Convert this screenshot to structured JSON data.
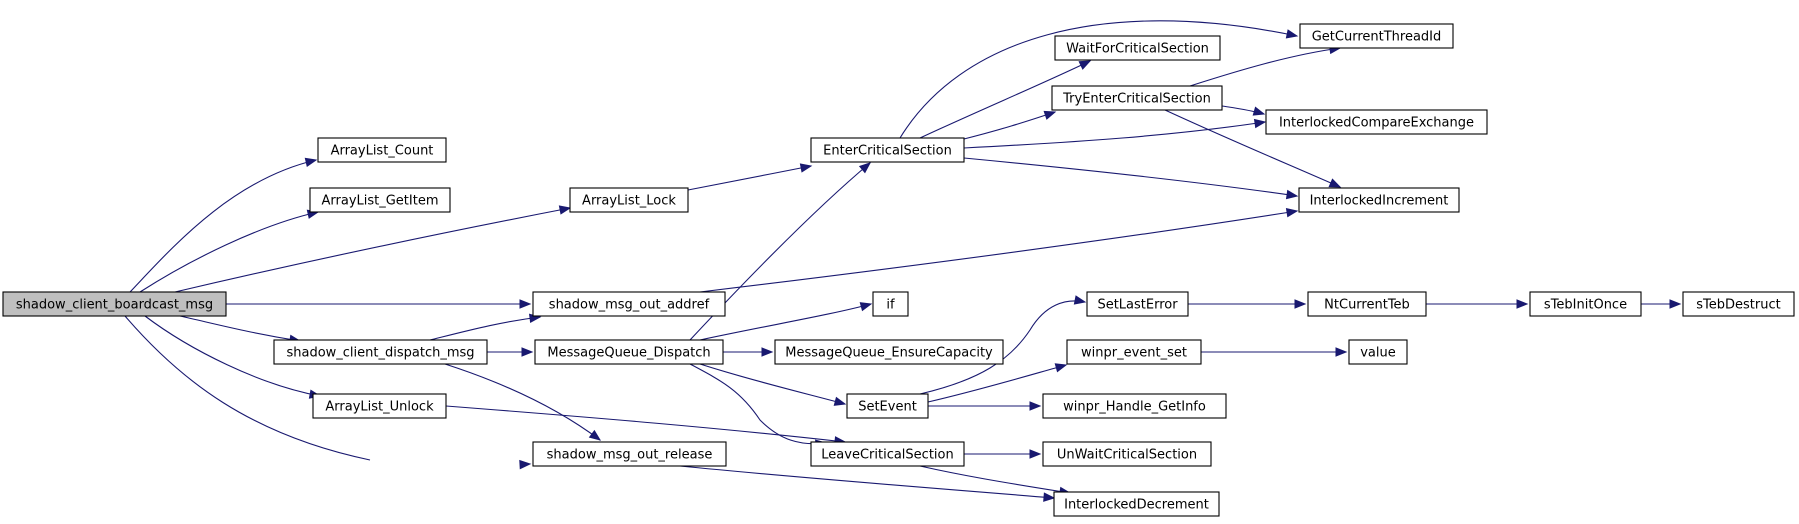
{
  "graph": {
    "type": "call-graph",
    "edge_color": "#191970",
    "root_fill": "#bfbfbf",
    "nodes": [
      {
        "id": "root",
        "label": "shadow_client_boardcast_msg",
        "highlight": true
      },
      {
        "id": "count",
        "label": "ArrayList_Count"
      },
      {
        "id": "getitem",
        "label": "ArrayList_GetItem"
      },
      {
        "id": "lock",
        "label": "ArrayList_Lock"
      },
      {
        "id": "addref",
        "label": "shadow_msg_out_addref"
      },
      {
        "id": "dispatch",
        "label": "shadow_client_dispatch_msg"
      },
      {
        "id": "unlock",
        "label": "ArrayList_Unlock"
      },
      {
        "id": "release",
        "label": "shadow_msg_out_release"
      },
      {
        "id": "enter",
        "label": "EnterCriticalSection"
      },
      {
        "id": "mqdispatch",
        "label": "MessageQueue_Dispatch"
      },
      {
        "id": "leave",
        "label": "LeaveCriticalSection"
      },
      {
        "id": "if",
        "label": "if"
      },
      {
        "id": "mqensure",
        "label": "MessageQueue_EnsureCapacity"
      },
      {
        "id": "setevent",
        "label": "SetEvent"
      },
      {
        "id": "wait",
        "label": "WaitForCriticalSection"
      },
      {
        "id": "tryenter",
        "label": "TryEnterCriticalSection"
      },
      {
        "id": "unwait",
        "label": "UnWaitCriticalSection"
      },
      {
        "id": "decrement",
        "label": "InterlockedDecrement"
      },
      {
        "id": "setlasterror",
        "label": "SetLastError"
      },
      {
        "id": "eventset",
        "label": "winpr_event_set"
      },
      {
        "id": "handleinfo",
        "label": "winpr_Handle_GetInfo"
      },
      {
        "id": "threadid",
        "label": "GetCurrentThreadId"
      },
      {
        "id": "cmpxchg",
        "label": "InterlockedCompareExchange"
      },
      {
        "id": "increment",
        "label": "InterlockedIncrement"
      },
      {
        "id": "ntcurrentteb",
        "label": "NtCurrentTeb"
      },
      {
        "id": "value",
        "label": "value"
      },
      {
        "id": "tebinit",
        "label": "sTebInitOnce"
      },
      {
        "id": "tebdestruct",
        "label": "sTebDestruct"
      }
    ],
    "edges": [
      [
        "root",
        "count"
      ],
      [
        "root",
        "getitem"
      ],
      [
        "root",
        "lock"
      ],
      [
        "root",
        "addref"
      ],
      [
        "root",
        "dispatch"
      ],
      [
        "root",
        "unlock"
      ],
      [
        "root",
        "release"
      ],
      [
        "lock",
        "enter"
      ],
      [
        "addref",
        "increment"
      ],
      [
        "dispatch",
        "addref"
      ],
      [
        "dispatch",
        "mqdispatch"
      ],
      [
        "dispatch",
        "release"
      ],
      [
        "unlock",
        "leave"
      ],
      [
        "release",
        "decrement"
      ],
      [
        "enter",
        "threadid"
      ],
      [
        "enter",
        "wait"
      ],
      [
        "enter",
        "tryenter"
      ],
      [
        "enter",
        "cmpxchg"
      ],
      [
        "enter",
        "increment"
      ],
      [
        "mqdispatch",
        "enter"
      ],
      [
        "mqdispatch",
        "if"
      ],
      [
        "mqdispatch",
        "mqensure"
      ],
      [
        "mqdispatch",
        "setevent"
      ],
      [
        "mqdispatch",
        "leave"
      ],
      [
        "tryenter",
        "threadid"
      ],
      [
        "tryenter",
        "cmpxchg"
      ],
      [
        "tryenter",
        "increment"
      ],
      [
        "setevent",
        "setlasterror"
      ],
      [
        "setevent",
        "eventset"
      ],
      [
        "setevent",
        "handleinfo"
      ],
      [
        "leave",
        "unwait"
      ],
      [
        "leave",
        "decrement"
      ],
      [
        "setlasterror",
        "ntcurrentteb"
      ],
      [
        "eventset",
        "value"
      ],
      [
        "ntcurrentteb",
        "tebinit"
      ],
      [
        "tebinit",
        "tebdestruct"
      ]
    ]
  }
}
